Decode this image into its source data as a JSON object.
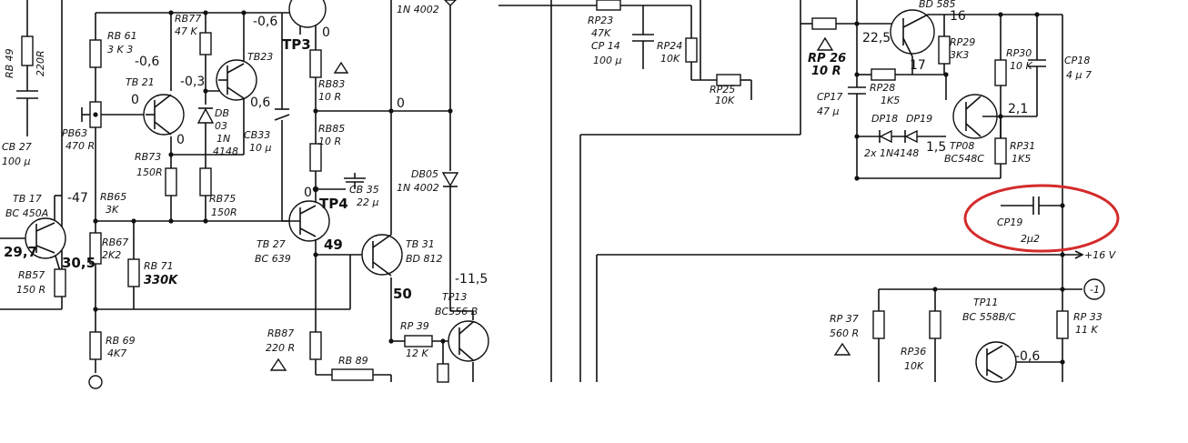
{
  "left": {
    "rb49": {
      "name": "RB 49",
      "value": "220R"
    },
    "cb27": {
      "name": "CB 27",
      "value": "100 μ"
    },
    "rb61": {
      "name": "RB 61",
      "value": "3 K 3"
    },
    "rb77": {
      "name": "RB77",
      "value": "47 K"
    },
    "v_top_neg06": "-0,6",
    "tp3": "TP3",
    "v_tp3_0": "0",
    "in4002_top": "1N 4002",
    "v_neg06_a": "-0,6",
    "tb21": "TB 21",
    "v_tb21_0": "0",
    "v_neg03": "-0,3",
    "tb23": "TB23",
    "db03": {
      "name": "DB",
      "code": "03",
      "part": "1N",
      "num": "4148"
    },
    "v_06": "0,6",
    "rb83": {
      "name": "RB83",
      "value": "10 R"
    },
    "rb85": {
      "name": "RB85",
      "value": "10 R"
    },
    "v_bus_0": "0",
    "pb63": {
      "name": "PB63",
      "value": "470 R"
    },
    "rb73": {
      "name": "RB73",
      "value": "150R"
    },
    "v_node_0": "0",
    "cb33": {
      "name": "CB33",
      "value": "10 μ"
    },
    "db05": {
      "name": "DB05",
      "part": "1N 4002"
    },
    "cb35": {
      "name": "CB 35",
      "value": "22 μ"
    },
    "tb17": {
      "name": "TB 17",
      "type": "BC 450A"
    },
    "v_neg47": "-47",
    "rb65": {
      "name": "RB65",
      "value": "3K"
    },
    "rb75": {
      "name": "RB75",
      "value": "150R"
    },
    "v_tp4_0": "0",
    "tp4": "TP4",
    "v_297": "29,7",
    "rb67": {
      "name": "RB67",
      "value": "2K2"
    },
    "rb71": {
      "name": "RB 71",
      "value": "330K"
    },
    "tb27": {
      "name": "TB 27",
      "type": "BC 639"
    },
    "v_49": "49",
    "tb31": {
      "name": "TB 31",
      "type": "BD 812"
    },
    "v_305": "30,5",
    "rb57": {
      "name": "RB57",
      "value": "150 R"
    },
    "v_neg115": "-11,5",
    "v_50": "50",
    "tp13": {
      "name": "TP13",
      "type": "BC556 B"
    },
    "rb69": {
      "name": "RB 69",
      "value": "4K7"
    },
    "rb87": {
      "name": "RB87",
      "value": "220 R"
    },
    "rp39": {
      "name": "RP 39",
      "value": "12 K"
    },
    "rb89": "RB 89"
  },
  "middle": {
    "rp23": {
      "name": "RP23",
      "value": "47K"
    },
    "cp14": {
      "name": "CP 14",
      "value": "100 μ"
    },
    "rp24": {
      "name": "RP24",
      "value": "10K"
    },
    "rp25": {
      "name": "RP25",
      "value": "10K"
    }
  },
  "right": {
    "bd_top": "BD 585",
    "v_16": "16",
    "rp26": {
      "name": "RP 26",
      "value": "10 R"
    },
    "v_225": "22,5",
    "rp29": {
      "name": "RP29",
      "value": "3K3"
    },
    "rp30": {
      "name": "RP30",
      "value": "10 K"
    },
    "cp18": {
      "name": "CP18",
      "value": "4 μ 7"
    },
    "v_17": "17",
    "rp28": {
      "name": "RP28",
      "value": "1K5"
    },
    "cp17": {
      "name": "CP17",
      "value": "47 μ"
    },
    "dp18": "DP18",
    "dp19": "DP19",
    "v_21": "2,1",
    "diodes": "2x 1N4148",
    "v_15": "1,5",
    "tp08": {
      "name": "TP08",
      "type": "BC548C"
    },
    "rp31": {
      "name": "RP31",
      "value": "1K5"
    },
    "cp19": {
      "name": "CP19",
      "value": "2μ2"
    },
    "plus16v": "+16 V",
    "node_neg1": "-1",
    "tp11": {
      "name": "TP11",
      "type": "BC 558B/C"
    },
    "rp37": {
      "name": "RP 37",
      "value": "560 R"
    },
    "rp36": {
      "name": "RP36",
      "value": "10K"
    },
    "v_neg06_tp11": "-0,6",
    "rp33": {
      "name": "RP 33",
      "value": "11 K"
    }
  },
  "highlight": {
    "color": "#d42a2a",
    "target": "CP19"
  }
}
